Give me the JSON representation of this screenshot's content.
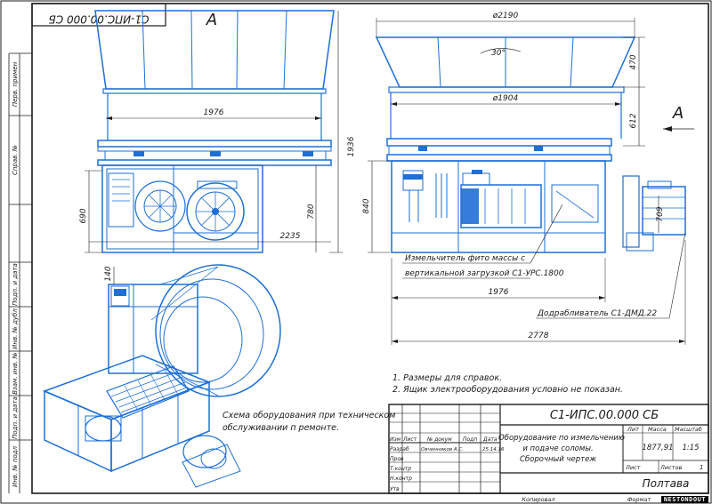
{
  "drawing": {
    "stamp_top": "С1-ИПС.00.000 СБ",
    "view_label": "А",
    "arrow_label": "А",
    "dims": {
      "d1976_top": "1976",
      "d690": "690",
      "d780": "780",
      "d2235": "2235",
      "d1936": "1936",
      "d140": "140",
      "d2190": "ø2190",
      "d30": "30°",
      "d470": "470",
      "d1904": "ø1904",
      "d612": "612",
      "d840": "840",
      "d709": "709",
      "d1976_bottom": "1976",
      "d2778": "2778"
    },
    "callouts": {
      "meter_line1": "Измельчитель фито массы с",
      "meter_line2": "вертикальной загрузкой С1-УРС.1800",
      "shredder": "Додрабливатель С1-ДМД.22"
    },
    "scheme_caption_1": "Схема оборудования при техническом",
    "scheme_caption_2": "обслуживании п ремонте.",
    "notes": [
      "1. Размеры для справок.",
      "2. Ящик электрооборудования условно не показан."
    ]
  },
  "left_strip": [
    "Перв. примен",
    "Справ. №",
    "Подп. и дата",
    "Инв. № дубл",
    "Взам. инв. №",
    "Подп. и дата",
    "Инв. № подл"
  ],
  "title_block": {
    "designation": "С1-ИПС.00.000 СБ",
    "name_line1": "Оборудование по измельчению",
    "name_line2": "и подаче соломы.",
    "name_line3": "Сборочный чертеж",
    "col_headers": [
      "Изм",
      "Лист",
      "№ докум",
      "Подп",
      "Дата"
    ],
    "row_labels": [
      "Разраб",
      "Пров",
      "Т.контр",
      "Н.контр",
      "Утв"
    ],
    "developer": "Овчинников А.С.",
    "date": "25.14.16",
    "lit_label": "Лит",
    "mass_label": "Масса",
    "scale_label": "Масштаб",
    "mass": "1877,91",
    "scale": "1:15",
    "sheet_label": "Лист",
    "sheets_label": "Листов",
    "sheets": "1",
    "org": "Полтава",
    "copied": "Копировал",
    "format": "Формат"
  },
  "watermark": "NESTONDOUT"
}
